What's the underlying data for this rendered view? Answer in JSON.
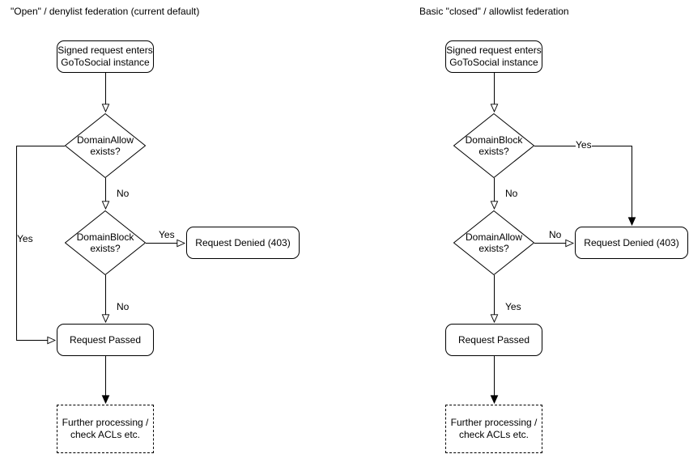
{
  "titles": {
    "left": "\"Open\" / denylist federation (current default)",
    "right": "Basic \"closed\" / allowlist federation"
  },
  "left": {
    "start": "Signed request enters\nGoToSocial instance",
    "decision1": "DomainAllow\nexists?",
    "decision2": "DomainBlock\nexists?",
    "denied": "Request Denied (403)",
    "passed": "Request Passed",
    "further": "Further processing /\ncheck ACLs etc.",
    "labels": {
      "d1_no": "No",
      "d1_yes": "Yes",
      "d2_yes": "Yes",
      "d2_no": "No"
    }
  },
  "right": {
    "start": "Signed request enters\nGoToSocial instance",
    "decision1": "DomainBlock\nexists?",
    "decision2": "DomainAllow\nexists?",
    "denied": "Request Denied (403)",
    "passed": "Request Passed",
    "further": "Further processing /\ncheck ACLs etc.",
    "labels": {
      "d1_yes": "Yes",
      "d1_no": "No",
      "d2_no": "No",
      "d2_yes": "Yes"
    }
  },
  "colors": {
    "stroke": "#000000",
    "node_fill": "#ffffff",
    "text": "#000000"
  }
}
